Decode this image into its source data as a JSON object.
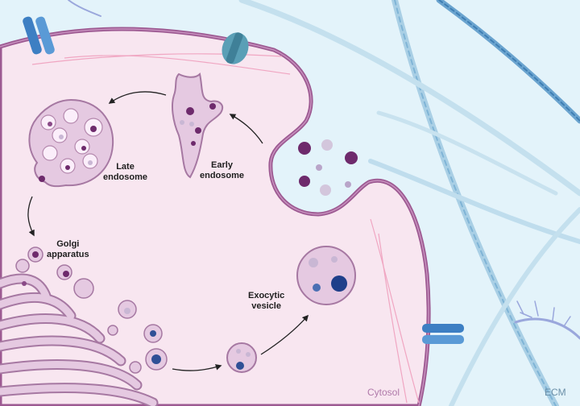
{
  "labels": {
    "early_endosome": [
      "Early",
      "endosome"
    ],
    "late_endosome": [
      "Late",
      "endosome"
    ],
    "golgi": [
      "Golgi",
      "apparatus"
    ],
    "exocytic_vesicle": [
      "Exocytic",
      "vesicle"
    ]
  },
  "regions": {
    "cytosol": "Cytosol",
    "ecm": "ECM"
  },
  "colors": {
    "cytosol": "#f8e6f0",
    "ecm_background": "#e3f3fa",
    "membrane": "#9d5a92",
    "organelle_fill": "#e5c9e1",
    "organelle_stroke": "#a678a2",
    "cargo_purple": "#6e2a6c",
    "cargo_lavender": "#c9b7d4",
    "cargo_blue": "#2f4f96",
    "collagen_fiber": "#a9cfe5",
    "channel_teal": "#4b8fa6",
    "channel_blue": "#4a8fd0"
  }
}
